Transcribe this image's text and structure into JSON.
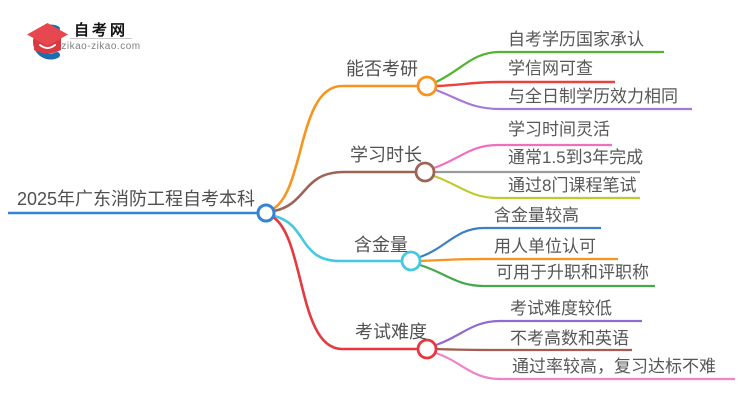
{
  "logo": {
    "title": "自考网",
    "domain": "zikao-zikao.com",
    "crescent_color": "#1c6cae",
    "cap_color": "#e74850",
    "cap_front_color": "#da3942"
  },
  "root": {
    "label": "2025年广东消防工程自考本科",
    "color": "#3384d4"
  },
  "branches": [
    {
      "label": "能否考研",
      "color": "#f7941e",
      "children": [
        {
          "label": "自考学历国家承认",
          "color": "#53b332"
        },
        {
          "label": "学信网可查",
          "color": "#e8433e"
        },
        {
          "label": "与全日制学历效力相同",
          "color": "#a678d8"
        }
      ]
    },
    {
      "label": "学习时长",
      "color": "#9d6456",
      "children": [
        {
          "label": "学习时间灵活",
          "color": "#f06ec2"
        },
        {
          "label": "通常1.5到3年完成",
          "color": "#9a9a9a"
        },
        {
          "label": "通过8门课程笔试",
          "color": "#bfca2e"
        }
      ]
    },
    {
      "label": "含金量",
      "color": "#45c8e0",
      "children": [
        {
          "label": "含金量较高",
          "color": "#3c7fc4"
        },
        {
          "label": "用人单位认可",
          "color": "#f7941e"
        },
        {
          "label": "可用于升职和评职称",
          "color": "#45a849"
        }
      ]
    },
    {
      "label": "考试难度",
      "color": "#e5383f",
      "children": [
        {
          "label": "考试难度较低",
          "color": "#8f6bd0"
        },
        {
          "label": "不考高数和英语",
          "color": "#a35d52"
        },
        {
          "label": "通过率较高，复习达标不难",
          "color": "#f083c9"
        }
      ]
    }
  ]
}
